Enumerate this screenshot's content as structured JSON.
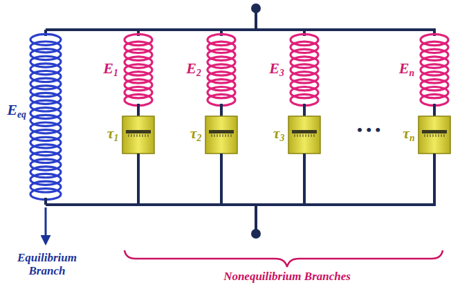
{
  "diagram": {
    "labels": [
      "Eeq",
      "E1",
      "τ1",
      "E2",
      "τ2",
      "E3",
      "τ3",
      "• • •",
      "En",
      "τn",
      "Equilibrium Branch",
      "Nonequilibrium Branches"
    ]
  }
}
